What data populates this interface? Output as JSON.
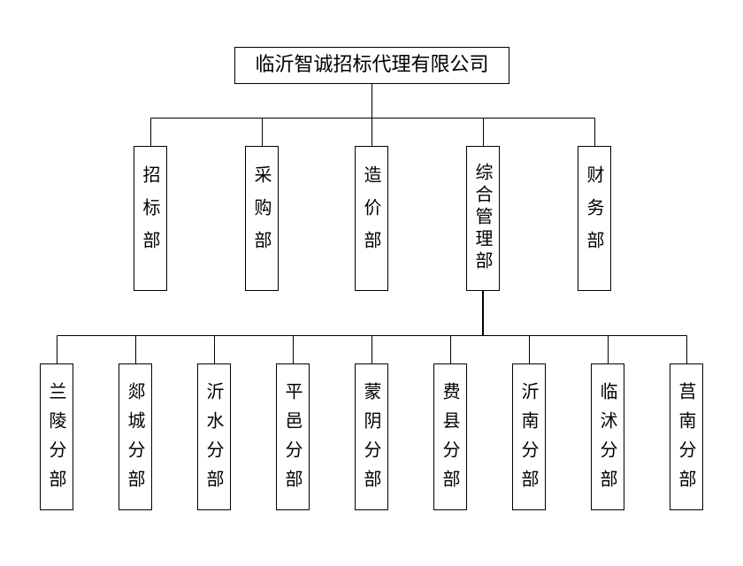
{
  "company": {
    "name": "临沂智诚招标代理有限公司"
  },
  "departments": [
    {
      "label": "招标部"
    },
    {
      "label": "采购部"
    },
    {
      "label": "造价部"
    },
    {
      "label": "综合管理部"
    },
    {
      "label": "财务部"
    }
  ],
  "branches": [
    {
      "label": "兰陵分部"
    },
    {
      "label": "郯城分部"
    },
    {
      "label": "沂水分部"
    },
    {
      "label": "平邑分部"
    },
    {
      "label": "蒙阴分部"
    },
    {
      "label": "费县分部"
    },
    {
      "label": "沂南分部"
    },
    {
      "label": "临沭分部"
    },
    {
      "label": "莒南分部"
    }
  ]
}
